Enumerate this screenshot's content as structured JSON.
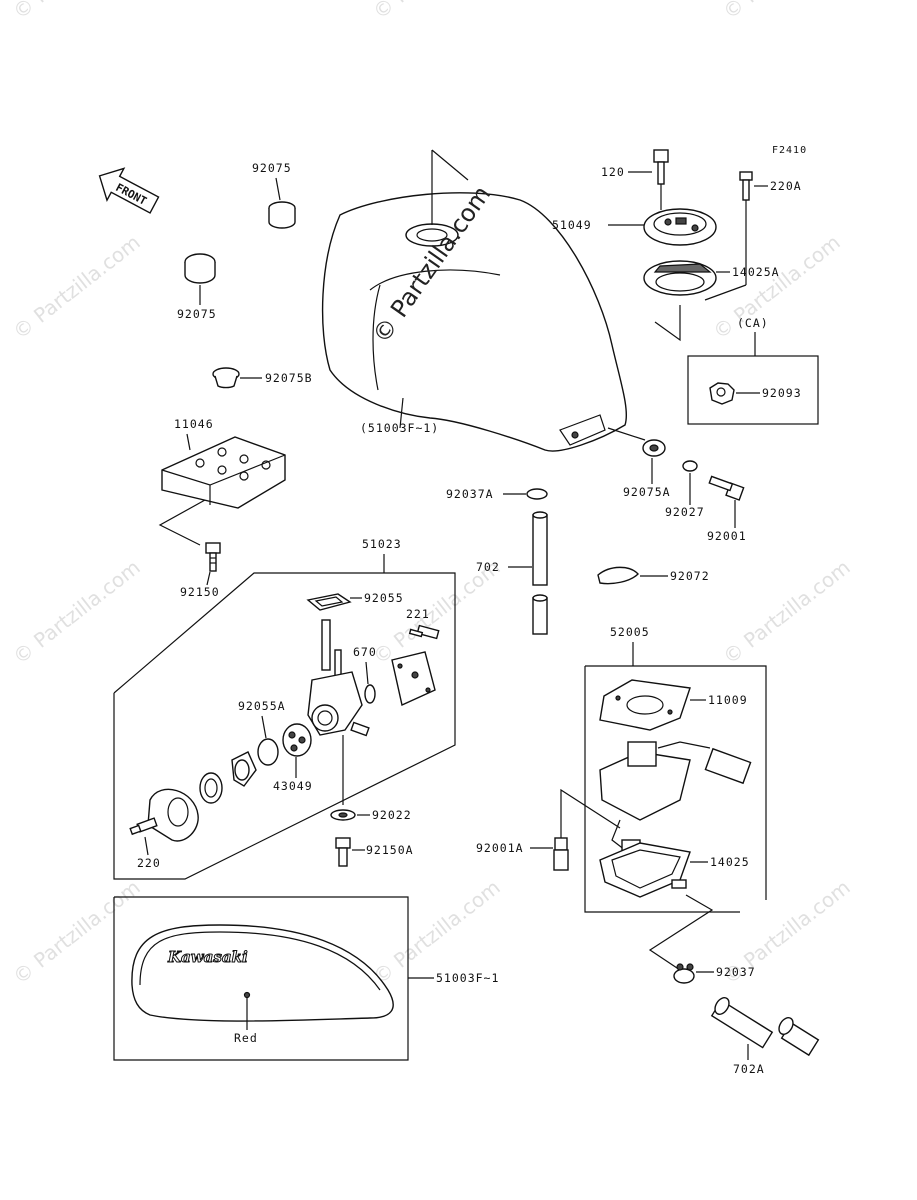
{
  "figure_code": "F2410",
  "front_label": "FRONT",
  "watermark": "© Partzilla.com",
  "region_code": "(CA)",
  "decal_brand": "Kawasaki",
  "decal_color": "Red",
  "labels": {
    "p92075_top": "92075",
    "p92075_mid": "92075",
    "p92075B": "92075B",
    "p11046": "11046",
    "p92150": "92150",
    "p51003F_tank": "(51003F~1)",
    "p120": "120",
    "p220A": "220A",
    "p51049": "51049",
    "p14025A": "14025A",
    "p92093": "92093",
    "p92075A": "92075A",
    "p92027": "92027",
    "p92001": "92001",
    "p92037A": "92037A",
    "p702": "702",
    "p92072": "92072",
    "p51023": "51023",
    "p92055": "92055",
    "p221": "221",
    "p670": "670",
    "p92055A": "92055A",
    "p43049": "43049",
    "p92022": "92022",
    "p92150A": "92150A",
    "p220": "220",
    "p52005": "52005",
    "p11009": "11009",
    "p92001A": "92001A",
    "p14025": "14025",
    "p92037": "92037",
    "p702A": "702A",
    "p51003F_decal": "51003F~1"
  }
}
